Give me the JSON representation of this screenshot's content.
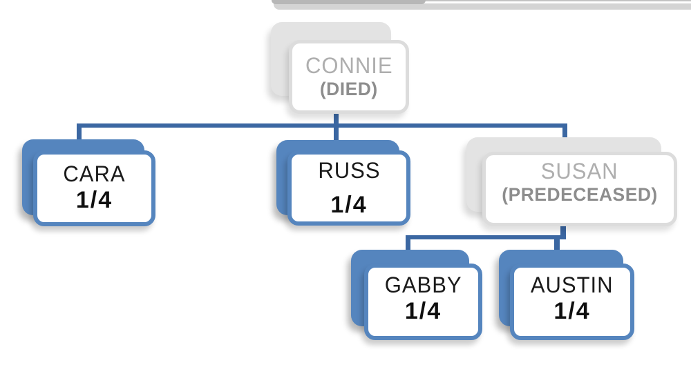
{
  "page_background": "#ffffff",
  "colors": {
    "page-bg": "#ffffff",
    "node-blue": "#5585be",
    "connector-blue": "#3b67a2",
    "gray-card": "#e3e3e3",
    "gray-border": "#dcdcdc",
    "gray-name": "#aeaeae",
    "gray-note": "#8d8d8d",
    "ink": "#1a1a1a",
    "strip-light": "#d4d4d4",
    "strip-dark": "#b7b7b7",
    "strip-line": "#c3c3c3"
  },
  "diagram": {
    "type": "family-tree-inheritance",
    "nodes": {
      "connie": {
        "name": "CONNIE",
        "note": "(DIED)",
        "variant": "gray"
      },
      "cara": {
        "name": "CARA",
        "share": "1/4",
        "variant": "blue"
      },
      "russ": {
        "name": "RUSS",
        "share": "1/4",
        "variant": "blue"
      },
      "susan": {
        "name": "SUSAN",
        "note": "(PREDECEASED)",
        "variant": "gray"
      },
      "gabby": {
        "name": "GABBY",
        "share": "1/4",
        "variant": "blue"
      },
      "austin": {
        "name": "AUSTIN",
        "share": "1/4",
        "variant": "blue"
      }
    },
    "edges": [
      {
        "from": "connie",
        "to": "cara"
      },
      {
        "from": "connie",
        "to": "russ"
      },
      {
        "from": "connie",
        "to": "susan"
      },
      {
        "from": "susan",
        "to": "gabby"
      },
      {
        "from": "susan",
        "to": "austin"
      }
    ]
  }
}
